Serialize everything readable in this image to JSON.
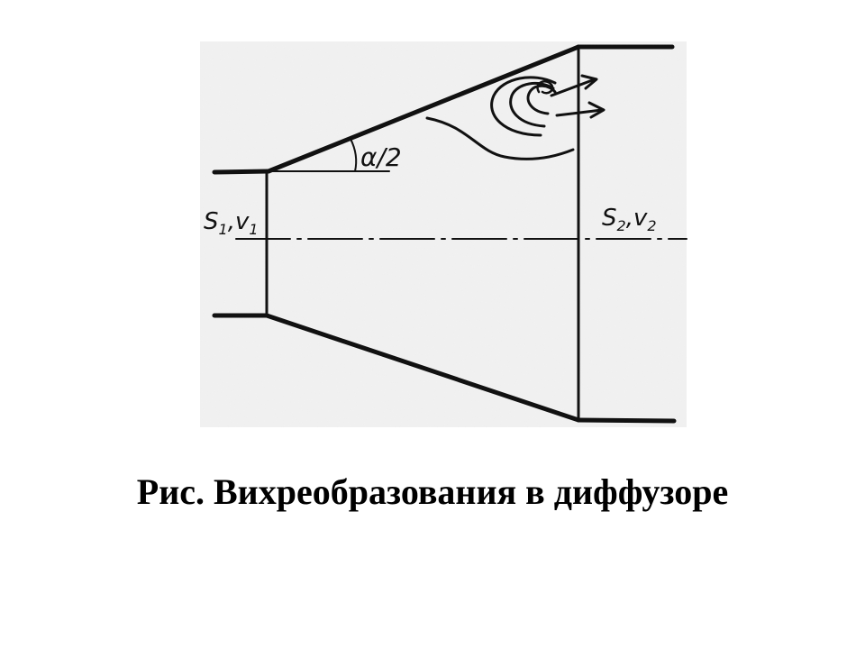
{
  "caption": "Рис. Вихреобразования в диффузоре",
  "labels": {
    "angle": "α/2",
    "inlet_s": "S",
    "inlet_s_sub": "1",
    "inlet_comma": ",",
    "inlet_v": "v",
    "inlet_v_sub": "1",
    "outlet_s": "S",
    "outlet_s_sub": "2",
    "outlet_comma": ",",
    "outlet_v": "v",
    "outlet_v_sub": "2"
  },
  "colors": {
    "ink": "#111111",
    "paper_shade": "#ececec",
    "background": "#ffffff"
  }
}
